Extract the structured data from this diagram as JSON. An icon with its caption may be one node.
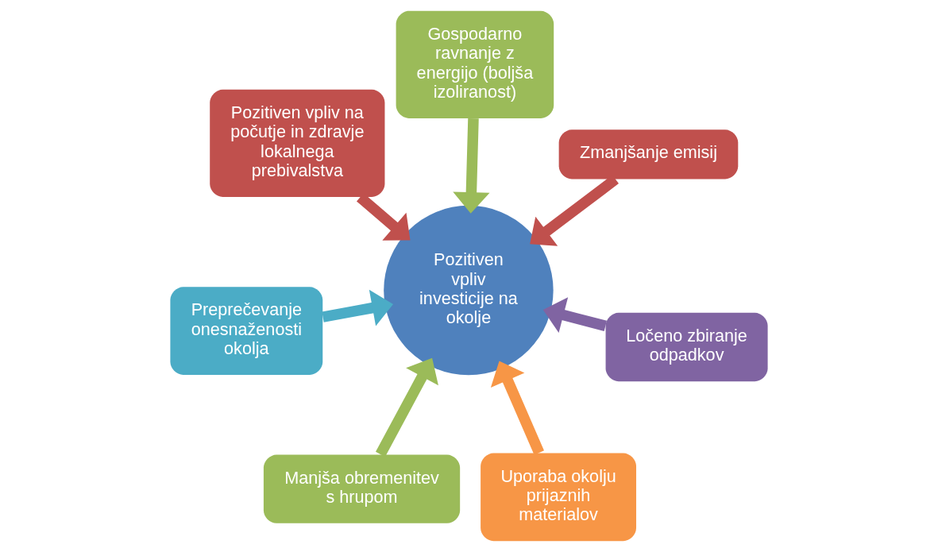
{
  "diagram": {
    "nodes": [
      {
        "text": [
          "Preprečevanje onesnaženosti okolja"
        ]
      },
      {
        "text": [
          "Ločeno zbiranje odpadkov"
        ]
      },
      {
        "text": [
          "Uporaba okolju prijaznih materialov"
        ]
      },
      {
        "text": [
          "Gospodarno ravnanje z energijo (boljša izoliranost)"
        ]
      },
      {
        "text": [
          "Zmanjšanje emisij"
        ]
      },
      {
        "text": [
          "Pozitiven vpliv na počutje in zdravje lokalnega prebivalstva"
        ]
      },
      {
        "text": [
          "Manjša obremenitev s hrupom"
        ]
      },
      {
        "text": [
          "Pozitiven vpliv investicije na okolje"
        ]
      }
    ],
    "edges": [
      {
        "from": 0,
        "to": 7,
        "arrow": "to",
        "color": "#4bacc6"
      },
      {
        "from": 1,
        "to": 7,
        "arrow": "to",
        "color": "#8064a2"
      },
      {
        "from": 2,
        "to": 7,
        "arrow": "to",
        "color": "#f79646"
      },
      {
        "from": 3,
        "to": 7,
        "arrow": "to",
        "color": "#9bbb59"
      },
      {
        "from": 4,
        "to": 7,
        "arrow": "to",
        "color": "#c0504d"
      },
      {
        "from": 5,
        "to": 7,
        "arrow": "to",
        "color": "#c0504d"
      },
      {
        "from": 6,
        "to": 7,
        "arrow": "to",
        "color": "#9bbb59"
      }
    ]
  }
}
